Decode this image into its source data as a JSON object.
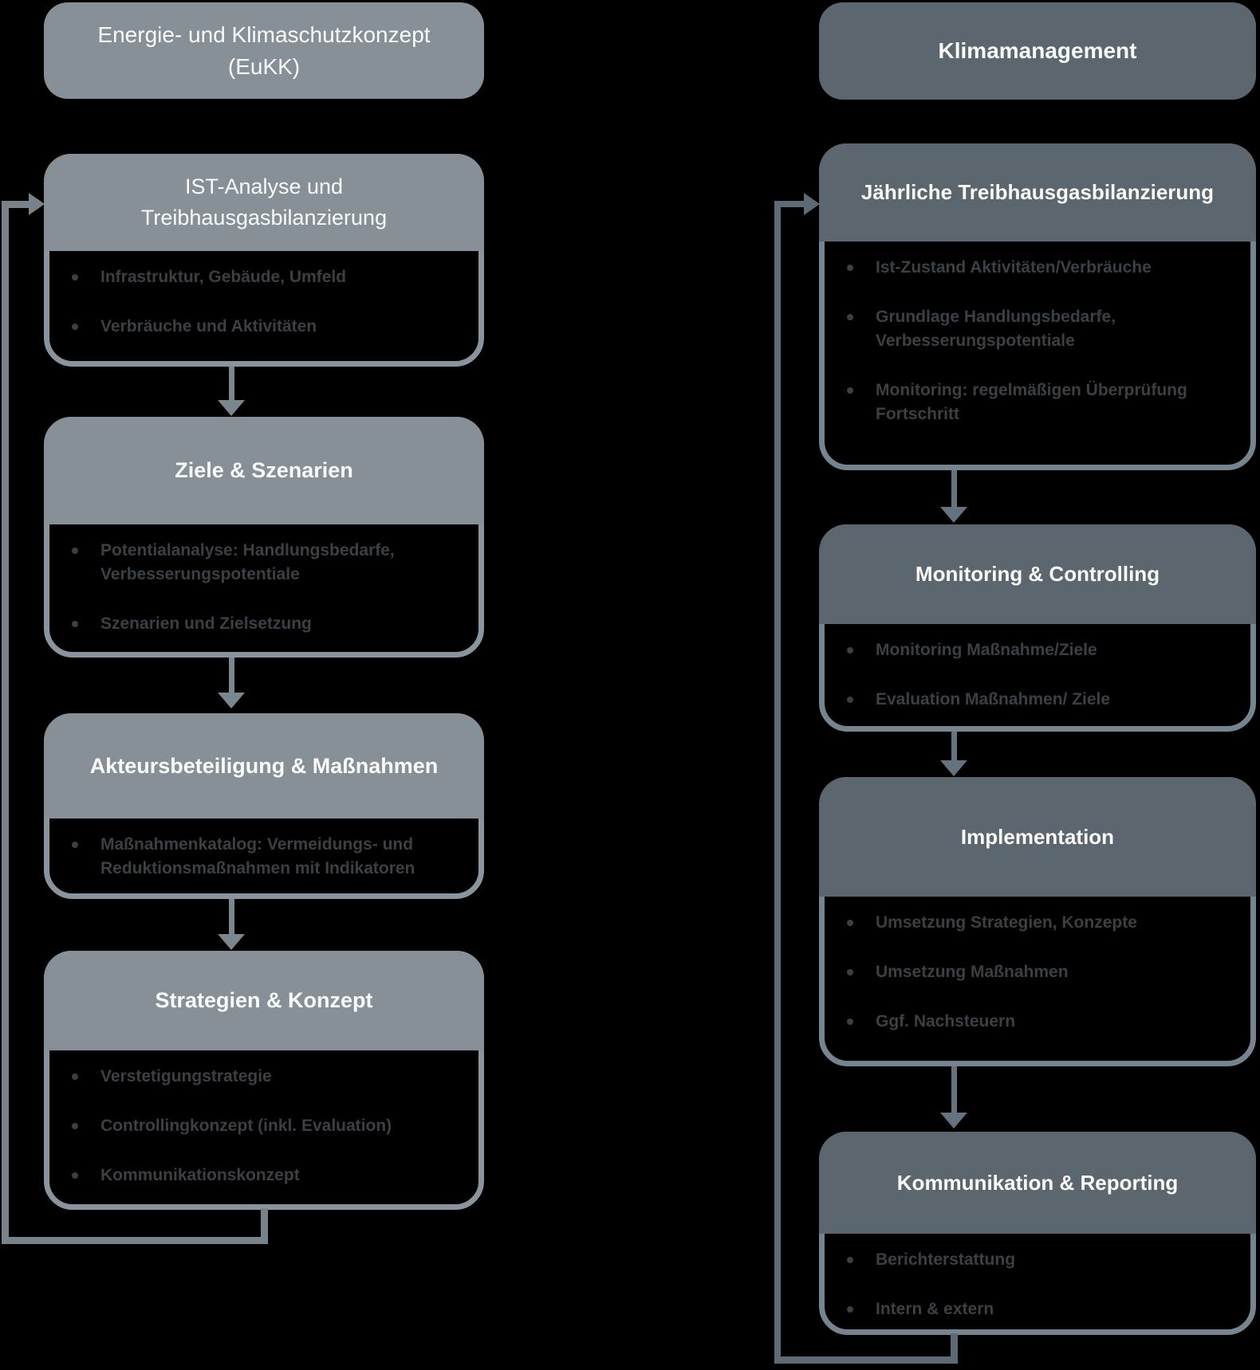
{
  "colors": {
    "background": "#000000",
    "left_header_fill": "#878F97",
    "right_header_fill": "#5C666F",
    "left_box_border": "#8A949C",
    "right_box_border": "#75848F",
    "left_arrow": "#7B878F",
    "right_arrow": "#64737E",
    "left_loop_line": "#7A8289",
    "right_loop_line": "#5C6B76",
    "title_text": "#FAFBFB",
    "bullet_text": "#3B4044"
  },
  "left": {
    "header": {
      "title": "Energie- und Klimaschutzkonzept (EuKK)"
    },
    "boxes": [
      {
        "title": "IST-Analyse und Treibhausgasbilanzierung",
        "bullets": [
          "Infrastruktur, Gebäude, Umfeld",
          "Verbräuche und Aktivitäten"
        ]
      },
      {
        "title": "Ziele & Szenarien",
        "bullets": [
          "Potentialanalyse: Handlungsbedarfe, Verbesserungspotentiale",
          "Szenarien und Zielsetzung"
        ]
      },
      {
        "title": "Akteursbeteiligung & Maßnahmen",
        "bullets": [
          "Maßnahmenkatalog: Vermeidungs- und Reduktionsmaßnahmen mit Indikatoren"
        ]
      },
      {
        "title": "Strategien & Konzept",
        "bullets": [
          "Verstetigungstrategie",
          "Controllingkonzept (inkl. Evaluation)",
          "Kommunikationskonzept"
        ]
      }
    ]
  },
  "right": {
    "header": {
      "title": "Klimamanagement"
    },
    "boxes": [
      {
        "title": "Jährliche Treibhausgasbilanzierung",
        "bullets": [
          "Ist-Zustand Aktivitäten/Verbräuche",
          "Grundlage Handlungsbedarfe, Verbesserungspotentiale",
          "Monitoring: regelmäßigen Überprüfung Fortschritt"
        ]
      },
      {
        "title": "Monitoring & Controlling",
        "bullets": [
          "Monitoring Maßnahme/Ziele",
          "Evaluation Maßnahmen/ Ziele"
        ]
      },
      {
        "title": "Implementation",
        "bullets": [
          "Umsetzung Strategien, Konzepte",
          "Umsetzung Maßnahmen",
          "Ggf. Nachsteuern"
        ]
      },
      {
        "title": "Kommunikation & Reporting",
        "bullets": [
          "Berichterstattung",
          "Intern & extern"
        ]
      }
    ]
  }
}
